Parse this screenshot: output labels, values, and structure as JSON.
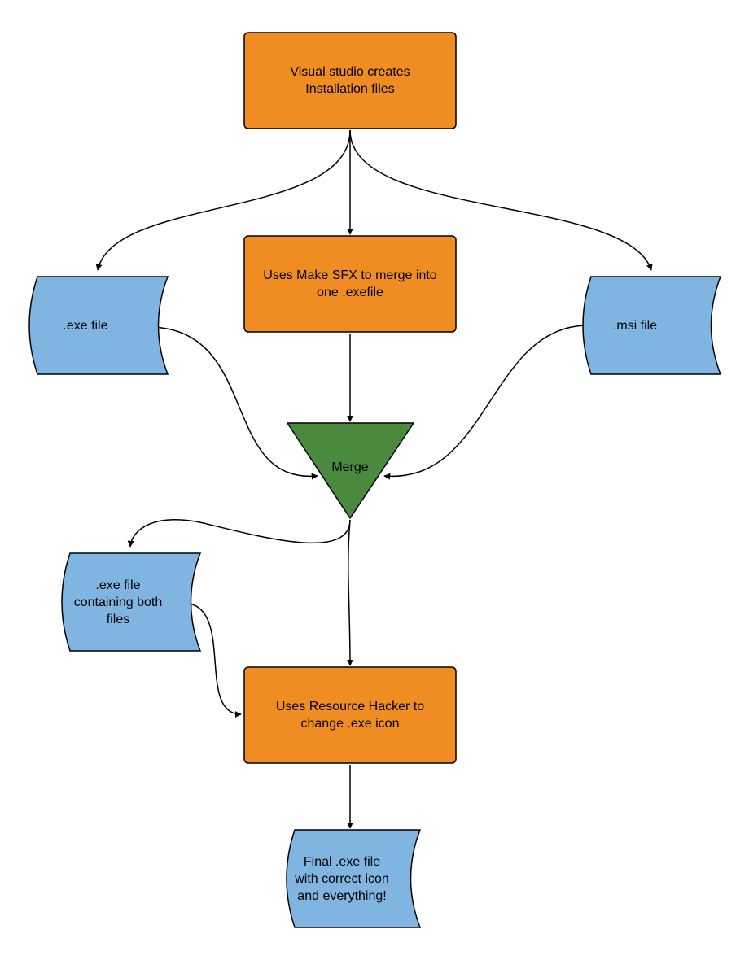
{
  "colors": {
    "process_fill": "#ef8c22",
    "data_fill": "#7fb5e0",
    "merge_fill": "#4a8a3e",
    "stroke": "#000000",
    "background": "#ffffff"
  },
  "nodes": {
    "vs_creates": {
      "label": "Visual studio creates\nInstallation files",
      "shape": "process"
    },
    "exe_file": {
      "label": ".exe file",
      "shape": "stored-data"
    },
    "make_sfx": {
      "label": "Uses Make SFX to merge into\none .exefile",
      "shape": "process"
    },
    "msi_file": {
      "label": ".msi file",
      "shape": "stored-data"
    },
    "merge": {
      "label": "Merge",
      "shape": "merge"
    },
    "exe_both": {
      "label": ".exe file\ncontaining both\nfiles",
      "shape": "stored-data"
    },
    "resource_hacker": {
      "label": "Uses Resource Hacker to\nchange .exe icon",
      "shape": "process"
    },
    "final_exe": {
      "label": "Final .exe file\nwith correct icon\nand everything!",
      "shape": "stored-data"
    }
  },
  "edges": [
    {
      "from": "vs_creates",
      "to": "exe_file"
    },
    {
      "from": "vs_creates",
      "to": "make_sfx"
    },
    {
      "from": "vs_creates",
      "to": "msi_file"
    },
    {
      "from": "exe_file",
      "to": "merge"
    },
    {
      "from": "make_sfx",
      "to": "merge"
    },
    {
      "from": "msi_file",
      "to": "merge"
    },
    {
      "from": "merge",
      "to": "exe_both"
    },
    {
      "from": "merge",
      "to": "resource_hacker"
    },
    {
      "from": "exe_both",
      "to": "resource_hacker"
    },
    {
      "from": "resource_hacker",
      "to": "final_exe"
    }
  ]
}
